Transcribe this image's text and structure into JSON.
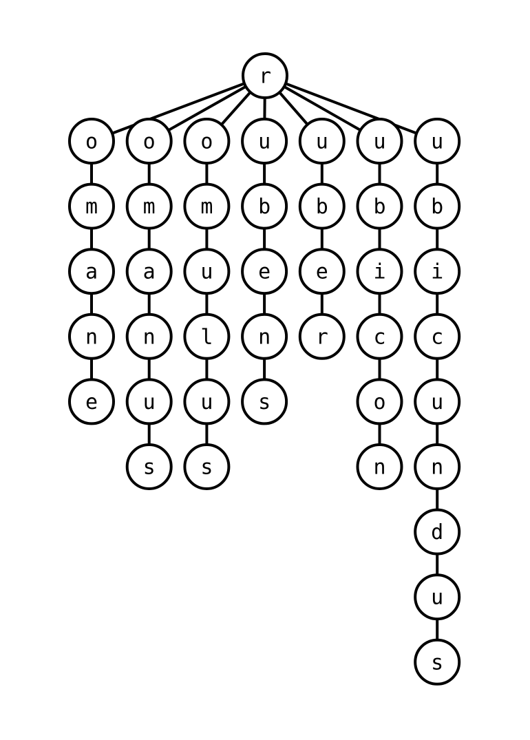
{
  "diagram": {
    "type": "trie",
    "root": {
      "letter": "r"
    },
    "branches": [
      {
        "letters": [
          "o",
          "m",
          "a",
          "n",
          "e"
        ]
      },
      {
        "letters": [
          "o",
          "m",
          "a",
          "n",
          "u",
          "s"
        ]
      },
      {
        "letters": [
          "o",
          "m",
          "u",
          "l",
          "u",
          "s"
        ]
      },
      {
        "letters": [
          "u",
          "b",
          "e",
          "n",
          "s"
        ]
      },
      {
        "letters": [
          "u",
          "b",
          "e",
          "r"
        ]
      },
      {
        "letters": [
          "u",
          "b",
          "i",
          "c",
          "o",
          "n"
        ]
      },
      {
        "letters": [
          "u",
          "b",
          "i",
          "c",
          "u",
          "n",
          "d",
          "u",
          "s"
        ]
      }
    ]
  }
}
